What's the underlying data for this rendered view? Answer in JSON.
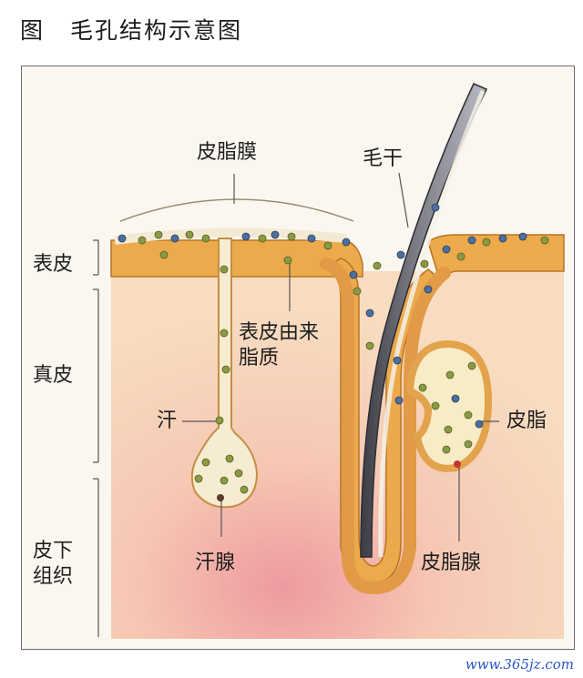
{
  "header": {
    "figure_mark": "图",
    "title": "毛孔结构示意图"
  },
  "layers": {
    "epidermis": "表皮",
    "dermis": "真皮",
    "subcutis": "皮下\n组织"
  },
  "labels": {
    "sebum_film": "皮脂膜",
    "hair_shaft": "毛干",
    "epidermal_lipid": "表皮由来\n脂质",
    "sweat": "汗",
    "sebum": "皮脂",
    "sweat_gland": "汗腺",
    "sebaceous_gland": "皮脂腺"
  },
  "watermark": "www.365jz.com",
  "colors": {
    "epidermis": "#ecaa4c",
    "dermis": "#f6d2b0",
    "subcutis_glow": "#ef9fa4",
    "sebum_film": "#f4edd8",
    "hair_shaft": "#6e6e76",
    "dot_blue": "#4b6fa0",
    "dot_green": "#8a9a45"
  }
}
